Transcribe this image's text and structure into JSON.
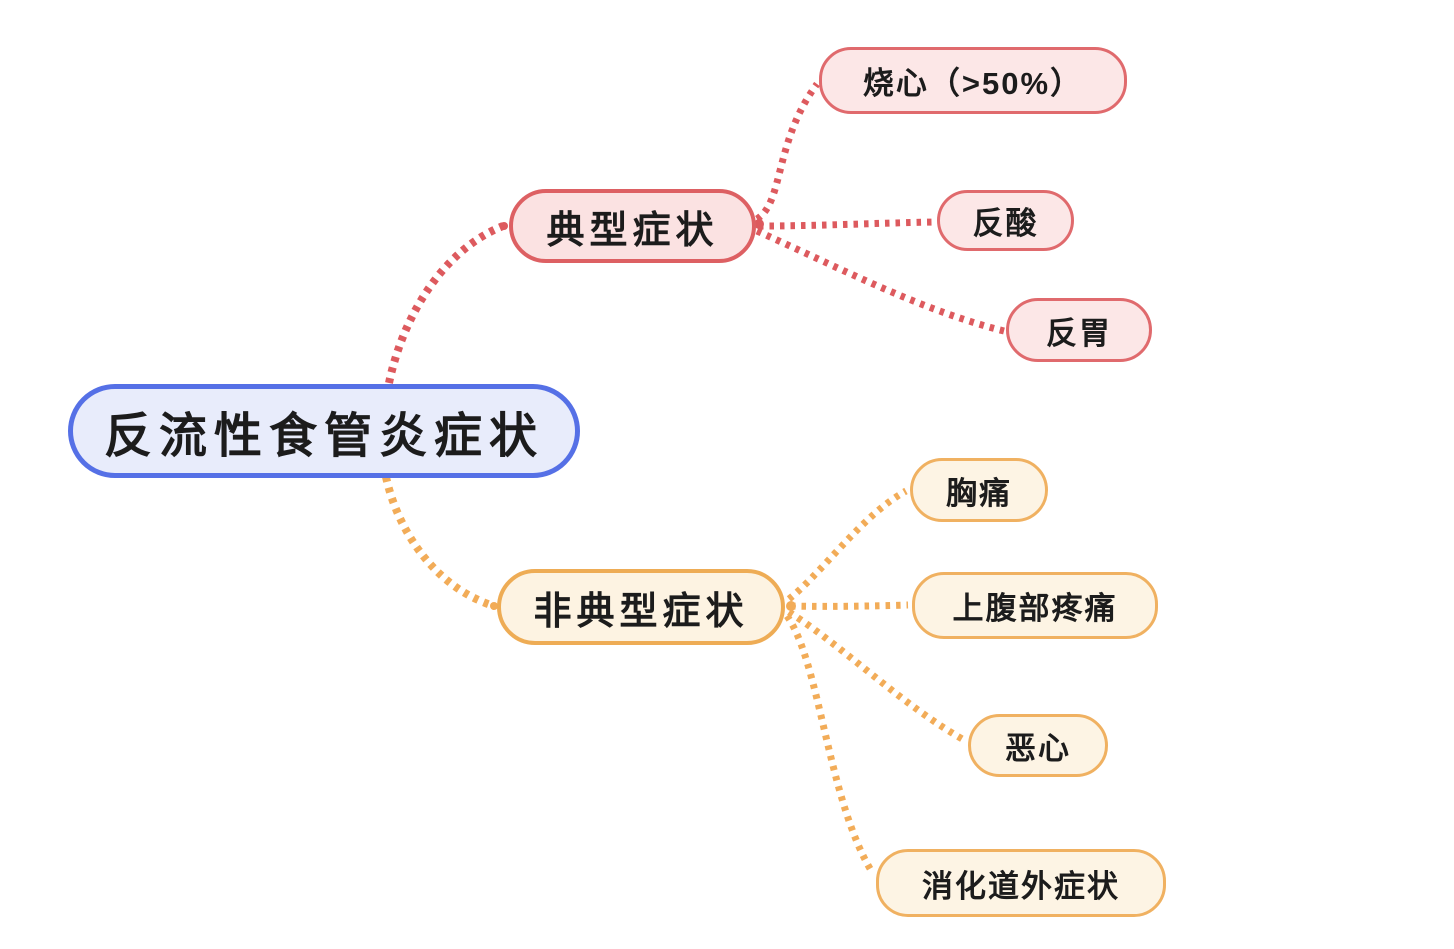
{
  "title": "反流性食管炎症状",
  "root": {
    "label": "反流性食管炎症状"
  },
  "branches": [
    {
      "label": "典型症状",
      "border_color": "#dd6063",
      "fill_color": "#fbe2e2",
      "line_color": "#dd5a5e",
      "children": [
        {
          "label": "烧心（>50%）"
        },
        {
          "label": "反酸"
        },
        {
          "label": "反胃"
        }
      ]
    },
    {
      "label": "非典型症状",
      "border_color": "#eeac55",
      "fill_color": "#fdf3e2",
      "line_color": "#f2ac58",
      "children": [
        {
          "label": "胸痛"
        },
        {
          "label": "上腹部疼痛"
        },
        {
          "label": "恶心"
        },
        {
          "label": "消化道外症状"
        }
      ]
    }
  ],
  "colors": {
    "background": "#ffffff",
    "text": "#1c1c1c",
    "root_border": "#5570e6",
    "root_fill": "#e8ecfb"
  }
}
